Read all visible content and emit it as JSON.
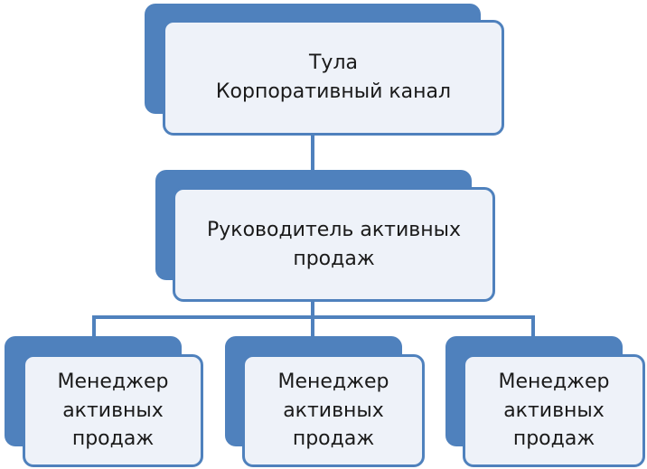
{
  "top": {
    "line1": "Тула",
    "line2": "Корпоративный канал"
  },
  "middle": {
    "line1": "Руководитель активных",
    "line2": "продаж"
  },
  "bottom": [
    {
      "line1": "Менеджер",
      "line2": "активных",
      "line3": "продаж"
    },
    {
      "line1": "Менеджер",
      "line2": "активных",
      "line3": "продаж"
    },
    {
      "line1": "Менеджер",
      "line2": "активных",
      "line3": "продаж"
    }
  ],
  "colors": {
    "accent": "#4f81bd",
    "fill": "#eef2f9"
  }
}
